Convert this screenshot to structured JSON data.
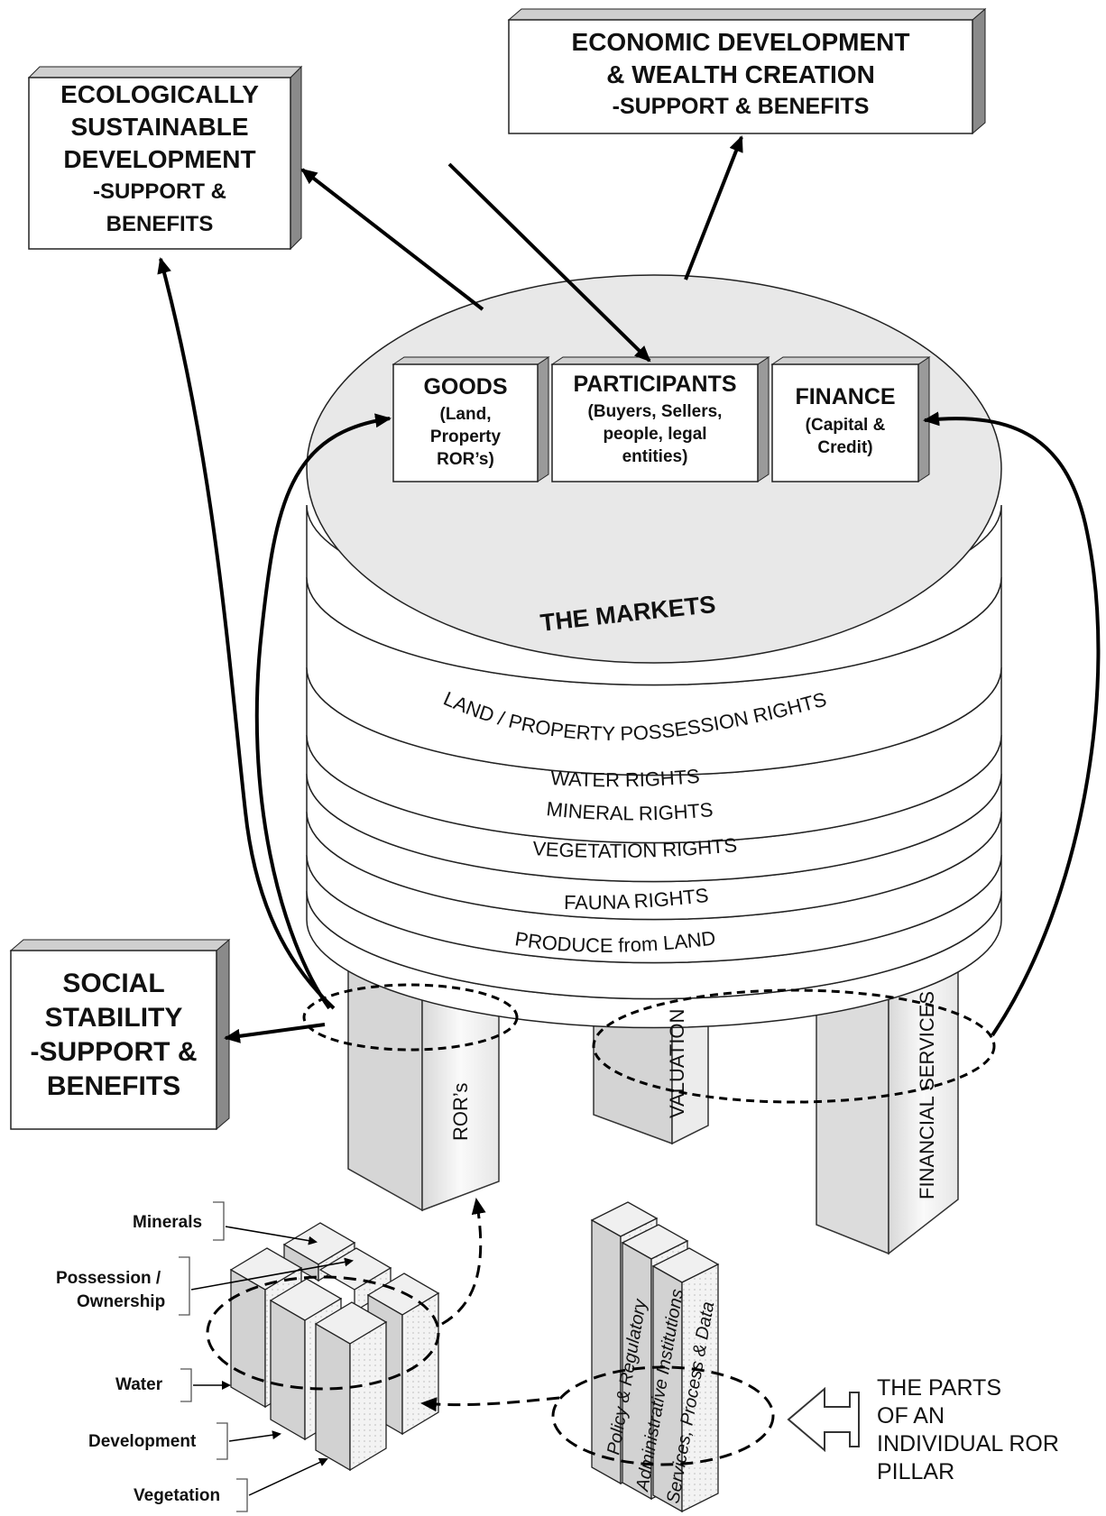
{
  "boxes": {
    "ecological": [
      "ECOLOGICALLY",
      "SUSTAINABLE",
      "DEVELOPMENT",
      "-SUPPORT &",
      "BENEFITS"
    ],
    "economic": [
      "ECONOMIC DEVELOPMENT",
      "& WEALTH CREATION",
      "-SUPPORT & BENEFITS"
    ],
    "social": [
      "SOCIAL",
      "STABILITY",
      "-SUPPORT &",
      "BENEFITS"
    ]
  },
  "market_top": {
    "goods": {
      "title": "GOODS",
      "lines": [
        "(Land,",
        "Property",
        "ROR’s)"
      ]
    },
    "participants": {
      "title": "PARTICIPANTS",
      "lines": [
        "(Buyers, Sellers,",
        "people, legal",
        "entities)"
      ]
    },
    "finance": {
      "title": "FINANCE",
      "lines": [
        "(Capital &",
        "Credit)"
      ]
    }
  },
  "market_label": "THE MARKETS",
  "layers": [
    "LAND / PROPERTY  POSSESSION RIGHTS",
    "WATER   RIGHTS",
    "MINERAL  RIGHTS",
    "VEGETATION  RIGHTS",
    "FAUNA  RIGHTS",
    "PRODUCE   from   LAND"
  ],
  "pillars": {
    "rors": "ROR’s",
    "valuation": "VALUATION",
    "financial": "FINANCIAL SERVICES"
  },
  "cube_labels": [
    "Minerals",
    "Possession /",
    "Ownership",
    "Water",
    "Development",
    "Vegetation"
  ],
  "ror_parts": [
    "Policy & Regulatory",
    "Administrative Institutions",
    "Services, Process & Data"
  ],
  "parts_caption": [
    "THE PARTS",
    "OF AN",
    "INDIVIDUAL ROR",
    "PILLAR"
  ]
}
